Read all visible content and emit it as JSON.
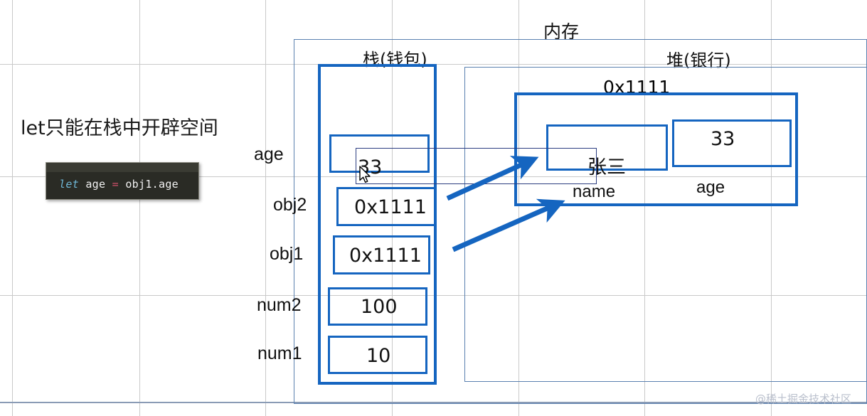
{
  "annotation": {
    "heading": "let只能在栈中开辟空间",
    "code": {
      "keyword": "let",
      "var": " age ",
      "eq": "=",
      "expr": " obj1.age"
    }
  },
  "memory": {
    "title": "内存",
    "stack": {
      "title": "栈(钱包)",
      "slots": [
        {
          "name": "age",
          "value": "33"
        },
        {
          "name": "obj2",
          "value": "0x1111"
        },
        {
          "name": "obj1",
          "value": "0x1111"
        },
        {
          "name": "num2",
          "value": "100"
        },
        {
          "name": "num1",
          "value": "10"
        }
      ]
    },
    "heap": {
      "title": "堆(银行)",
      "address": "0x1111",
      "fields": [
        {
          "key": "name",
          "value": "张三"
        },
        {
          "key": "age",
          "value": "33"
        }
      ]
    }
  },
  "watermark": "@稀土掘金技术社区",
  "colors": {
    "box_accent": "#1565c0",
    "container_outline": "#5b81b0",
    "link_outline": "#2b3d80",
    "grid": "#c9c9c9",
    "code_bg": "#2a2b25"
  }
}
